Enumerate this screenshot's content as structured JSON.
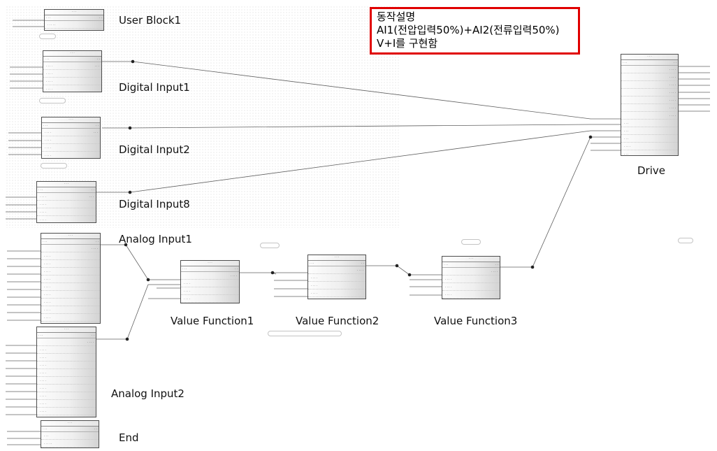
{
  "note": {
    "title": "동작설명",
    "line1": "AI1(전압입력50%)+AI2(전류입력50%)",
    "line2": "V+I를 구현함"
  },
  "labels": {
    "user_block1": "User Block1",
    "digital_input1": "Digital Input1",
    "digital_input2": "Digital Input2",
    "digital_input8": "Digital Input8",
    "analog_input1": "Analog Input1",
    "analog_input2": "Analog Input2",
    "value_function1": "Value Function1",
    "value_function2": "Value Function2",
    "value_function3": "Value Function3",
    "drive": "Drive",
    "end": "End"
  },
  "colors": {
    "note_border": "#e00000",
    "wire": "#606060",
    "block_border": "#4d4d4d",
    "link_text": "#3a4ec8"
  }
}
